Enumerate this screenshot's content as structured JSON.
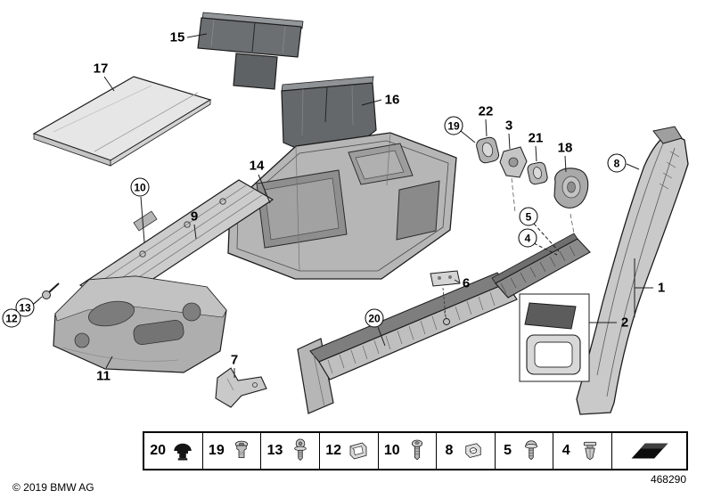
{
  "diagram": {
    "callouts": [
      {
        "id": "15",
        "circled": false
      },
      {
        "id": "17",
        "circled": false
      },
      {
        "id": "16",
        "circled": false
      },
      {
        "id": "14",
        "circled": false
      },
      {
        "id": "10",
        "circled": true
      },
      {
        "id": "9",
        "circled": false
      },
      {
        "id": "13",
        "circled": true
      },
      {
        "id": "12",
        "circled": true
      },
      {
        "id": "11",
        "circled": false
      },
      {
        "id": "7",
        "circled": false
      },
      {
        "id": "20",
        "circled": true
      },
      {
        "id": "6",
        "circled": false
      },
      {
        "id": "19",
        "circled": true
      },
      {
        "id": "22",
        "circled": false
      },
      {
        "id": "3",
        "circled": false
      },
      {
        "id": "21",
        "circled": false
      },
      {
        "id": "18",
        "circled": false
      },
      {
        "id": "8",
        "circled": true
      },
      {
        "id": "5",
        "circled": true
      },
      {
        "id": "4",
        "circled": true
      },
      {
        "id": "1",
        "circled": false
      },
      {
        "id": "2",
        "circled": false
      }
    ]
  },
  "legend": {
    "items": [
      {
        "id": "20",
        "icon": "grommet-plug-icon"
      },
      {
        "id": "19",
        "icon": "rivet-screw-icon"
      },
      {
        "id": "13",
        "icon": "hex-screw-icon"
      },
      {
        "id": "12",
        "icon": "cage-clip-icon"
      },
      {
        "id": "10",
        "icon": "torx-screw-icon"
      },
      {
        "id": "8",
        "icon": "spring-nut-clip-icon"
      },
      {
        "id": "5",
        "icon": "pan-head-screw-icon"
      },
      {
        "id": "4",
        "icon": "expanding-clip-icon"
      },
      {
        "id": "",
        "icon": "adhesive-foil-icon"
      }
    ]
  },
  "footer": {
    "copyright": "© 2019 BMW AG",
    "doc_number": "468290"
  },
  "colors": {
    "line": "#1c1c1c",
    "foam_dark": "#64686b",
    "panel_light": "#e6e6e6",
    "tub_gray": "#b6b6b6"
  }
}
